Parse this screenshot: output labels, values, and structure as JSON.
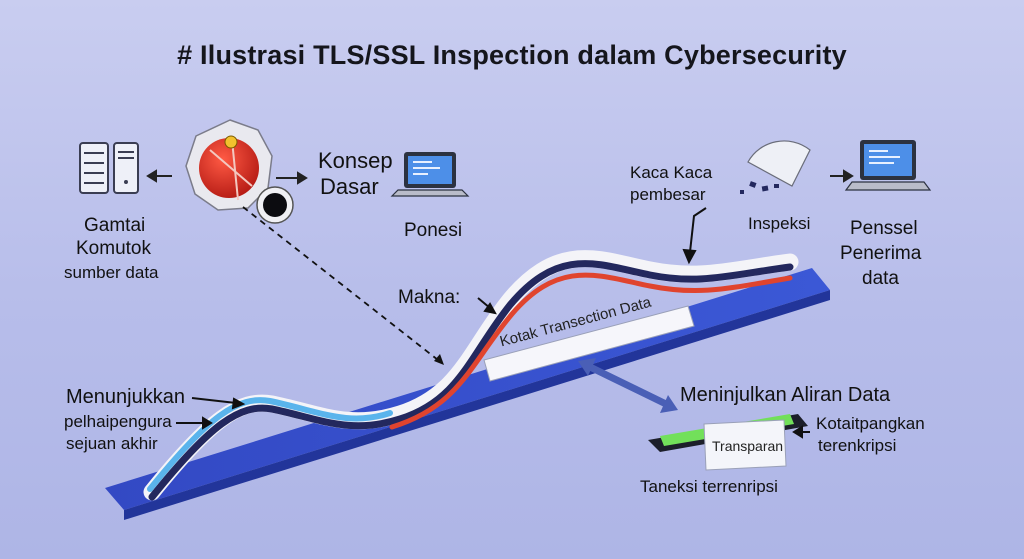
{
  "title": "# Ilustrasi TLS/SSL Inspection dalam Cybersecurity",
  "left_source": {
    "line1": "Gamtai",
    "line2": "Komutok",
    "line3": "sumber data"
  },
  "concept": {
    "line1": "Konsep",
    "line2": "Dasar"
  },
  "ponesi": "Ponesi",
  "magnifier": {
    "line1": "Kaca Kaca",
    "line2": "pembesar"
  },
  "inspeksi": "Inspeksi",
  "receiver": {
    "line1": "Penssel",
    "line2": "Penerima",
    "line3": "data"
  },
  "makna": "Makna:",
  "transaction_box": "Kotak Transection  Data",
  "left_note": {
    "line1": "Menunjukkan",
    "line2": "pelhaipengura",
    "line3": "sejuan akhir"
  },
  "flow_label": "Meninjulkan Aliran Data",
  "encrypted_note": {
    "line1": "Kotaitpangkan",
    "line2": "terenkripsi"
  },
  "transparan": "Transparan",
  "bottom_caption": "Taneksi terrenripsi",
  "colors": {
    "background": "#b7bdea",
    "platform": "#3650c8",
    "stream_blue": "#5ab4ec",
    "stream_navy": "#23285e",
    "stream_red": "#e0442e",
    "stream_white": "#f4f4f8",
    "shield_red": "#d62a22"
  }
}
